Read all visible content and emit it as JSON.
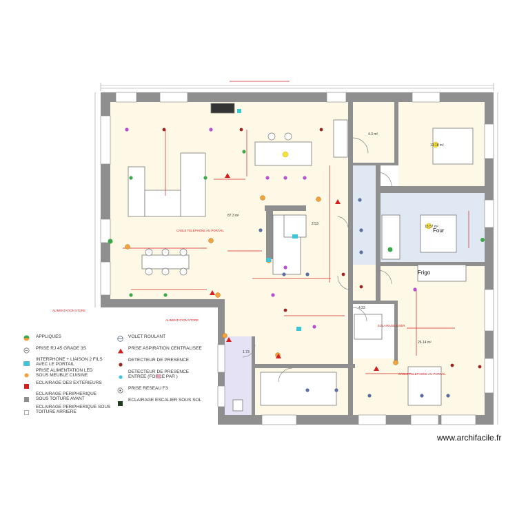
{
  "rooms": {
    "main_area": "87.3 m²",
    "bedroom_1": "13.18 m²",
    "bedroom_2": "13.57 m²",
    "corridor": "4.3 m²",
    "bedroom_3": "26.14 m²",
    "small_room": "2.53",
    "small_room_2": "4.33",
    "wc": "1.73"
  },
  "annotations": {
    "cable_portail": "CABLE TELEPHONE AU PORTAIL",
    "alim_store_left": "ALIMENTATION STORE",
    "alim_store_bottom": "ALIMENTATION STORE",
    "cable_portail_right": "CABLE TELEPHONE AU PORTAIL",
    "eclairage_evier": "ECLAIRAGE EVIER",
    "frigo": "Frigo",
    "four": "Four"
  },
  "legend_left": [
    {
      "label": "APPLIQUES",
      "symbol": "applique"
    },
    {
      "label": "PRISE RJ 45 GRADE 3S",
      "symbol": "rj45"
    },
    {
      "label": "INTERPHONE + LIAISON 2 FILS AVEC LE PORTAIL",
      "symbol": "interphone"
    },
    {
      "label": "PRISE ALIMENTATION LED SOUS MEUBLE CUISINE",
      "symbol": "led"
    },
    {
      "label": "ECLAIRAGE DES EXTERIEURS",
      "symbol": "ext"
    },
    {
      "label": "ECLAIRAGE PERIPHERIQUE SOUS TOITURE AVANT",
      "symbol": "peri_avant"
    },
    {
      "label": "ECLAIRAGE PERIPHERIQUE SOUS TOITURE ARRIERE",
      "symbol": "peri_arriere"
    }
  ],
  "legend_right": [
    {
      "label": "VOLET ROULANT",
      "symbol": "volet"
    },
    {
      "label": "PRISE ASPIRATION CENTRALISEE",
      "symbol": "aspiration"
    },
    {
      "label": "DETECTEUR DE PRESENCE",
      "symbol": "detecteur"
    },
    {
      "label": "DETECTEUR DE PRESENCE ENTREE (FORCE PAR )",
      "symbol": "detecteur_entree"
    },
    {
      "label": "PRISE RESEAU F3",
      "symbol": "reseau"
    },
    {
      "label": "ECLAIRAGE ESCALIER SOUS SOL",
      "symbol": "escalier"
    }
  ],
  "credit": "www.archifacile.fr",
  "colors": {
    "wall": "#8f8f8f",
    "floor_main": "#fdf9e6",
    "floor_blue": "#dfe8f3",
    "floor_lavender": "#e4e2f4",
    "accent_red": "#d41f1f",
    "accent_orange": "#f1a23a",
    "accent_purple": "#b44fd0",
    "accent_cyan": "#3cc6d8",
    "accent_green": "#3aa84a"
  }
}
